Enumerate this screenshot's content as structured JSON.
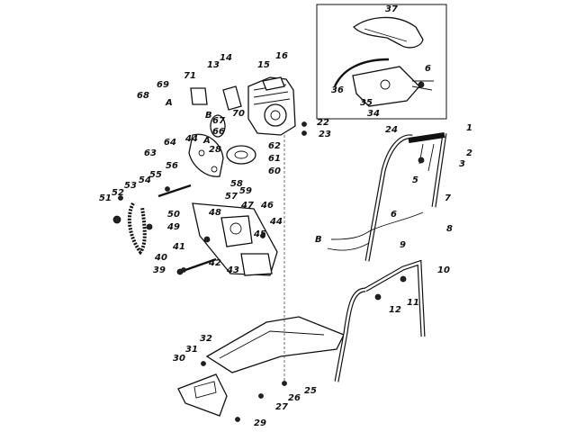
{
  "labels": [
    {
      "id": "1",
      "text": "1"
    },
    {
      "id": "2",
      "text": "2"
    },
    {
      "id": "3",
      "text": "3"
    },
    {
      "id": "5",
      "text": "5"
    },
    {
      "id": "6a",
      "text": "6"
    },
    {
      "id": "6b",
      "text": "6"
    },
    {
      "id": "7",
      "text": "7"
    },
    {
      "id": "8",
      "text": "8"
    },
    {
      "id": "9",
      "text": "9"
    },
    {
      "id": "10",
      "text": "10"
    },
    {
      "id": "11",
      "text": "11"
    },
    {
      "id": "12",
      "text": "12"
    },
    {
      "id": "13",
      "text": "13"
    },
    {
      "id": "14",
      "text": "14"
    },
    {
      "id": "15",
      "text": "15"
    },
    {
      "id": "16",
      "text": "16"
    },
    {
      "id": "22",
      "text": "22"
    },
    {
      "id": "23",
      "text": "23"
    },
    {
      "id": "24",
      "text": "24"
    },
    {
      "id": "25",
      "text": "25"
    },
    {
      "id": "26",
      "text": "26"
    },
    {
      "id": "27",
      "text": "27"
    },
    {
      "id": "28",
      "text": "28"
    },
    {
      "id": "29",
      "text": "29"
    },
    {
      "id": "30",
      "text": "30"
    },
    {
      "id": "31",
      "text": "31"
    },
    {
      "id": "32",
      "text": "32"
    },
    {
      "id": "34",
      "text": "34"
    },
    {
      "id": "35",
      "text": "35"
    },
    {
      "id": "36",
      "text": "36"
    },
    {
      "id": "37",
      "text": "37"
    },
    {
      "id": "39",
      "text": "39"
    },
    {
      "id": "40",
      "text": "40"
    },
    {
      "id": "41",
      "text": "41"
    },
    {
      "id": "42",
      "text": "42"
    },
    {
      "id": "43",
      "text": "43"
    },
    {
      "id": "44a",
      "text": "44"
    },
    {
      "id": "44b",
      "text": "44"
    },
    {
      "id": "45",
      "text": "45"
    },
    {
      "id": "46",
      "text": "46"
    },
    {
      "id": "47",
      "text": "47"
    },
    {
      "id": "48",
      "text": "48"
    },
    {
      "id": "49",
      "text": "49"
    },
    {
      "id": "50",
      "text": "50"
    },
    {
      "id": "51",
      "text": "51"
    },
    {
      "id": "52",
      "text": "52"
    },
    {
      "id": "53",
      "text": "53"
    },
    {
      "id": "54",
      "text": "54"
    },
    {
      "id": "55",
      "text": "55"
    },
    {
      "id": "56",
      "text": "56"
    },
    {
      "id": "57",
      "text": "57"
    },
    {
      "id": "58",
      "text": "58"
    },
    {
      "id": "59",
      "text": "59"
    },
    {
      "id": "60",
      "text": "60"
    },
    {
      "id": "61",
      "text": "61"
    },
    {
      "id": "62",
      "text": "62"
    },
    {
      "id": "63",
      "text": "63"
    },
    {
      "id": "64",
      "text": "64"
    },
    {
      "id": "66",
      "text": "66"
    },
    {
      "id": "67",
      "text": "67"
    },
    {
      "id": "68",
      "text": "68"
    },
    {
      "id": "69",
      "text": "69"
    },
    {
      "id": "70",
      "text": "70"
    },
    {
      "id": "71",
      "text": "71"
    },
    {
      "id": "A1",
      "text": "A"
    },
    {
      "id": "A2",
      "text": "A"
    },
    {
      "id": "B1",
      "text": "B"
    },
    {
      "id": "B2",
      "text": "B"
    }
  ]
}
